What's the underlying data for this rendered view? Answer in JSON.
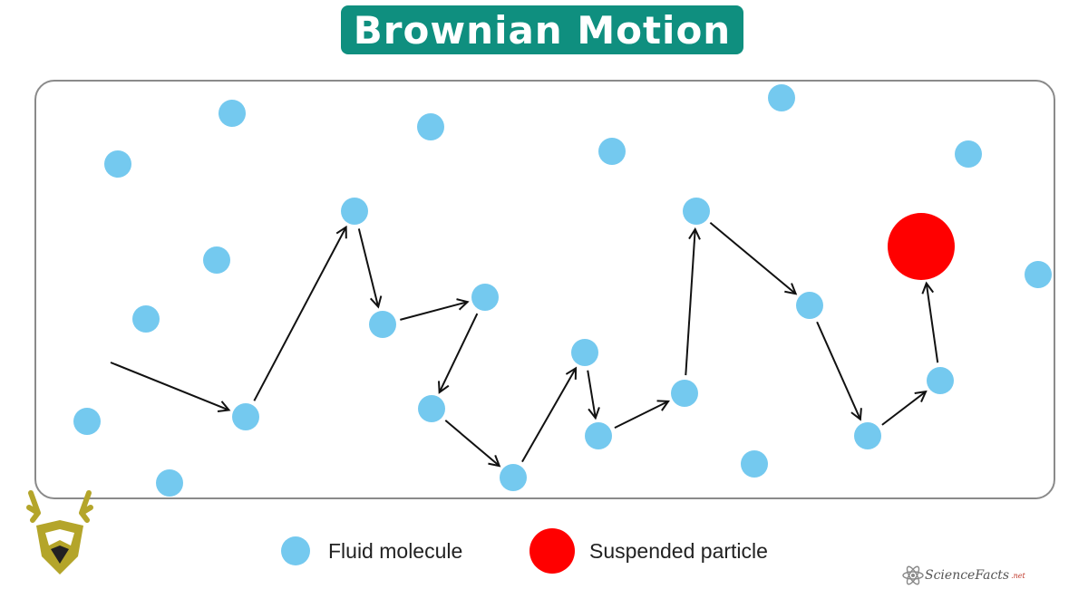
{
  "title": "Brownian Motion",
  "colors": {
    "title_bg": "#0f8f7f",
    "fluid": "#74c9ef",
    "particle": "#ff0000",
    "arrow": "#111111"
  },
  "legend": {
    "fluid_label": "Fluid molecule",
    "particle_label": "Suspended particle"
  },
  "watermark": "ScienceFacts",
  "watermark_suffix": ".net",
  "icons": [
    "deer-shield-logo-icon",
    "atom-icon"
  ]
}
